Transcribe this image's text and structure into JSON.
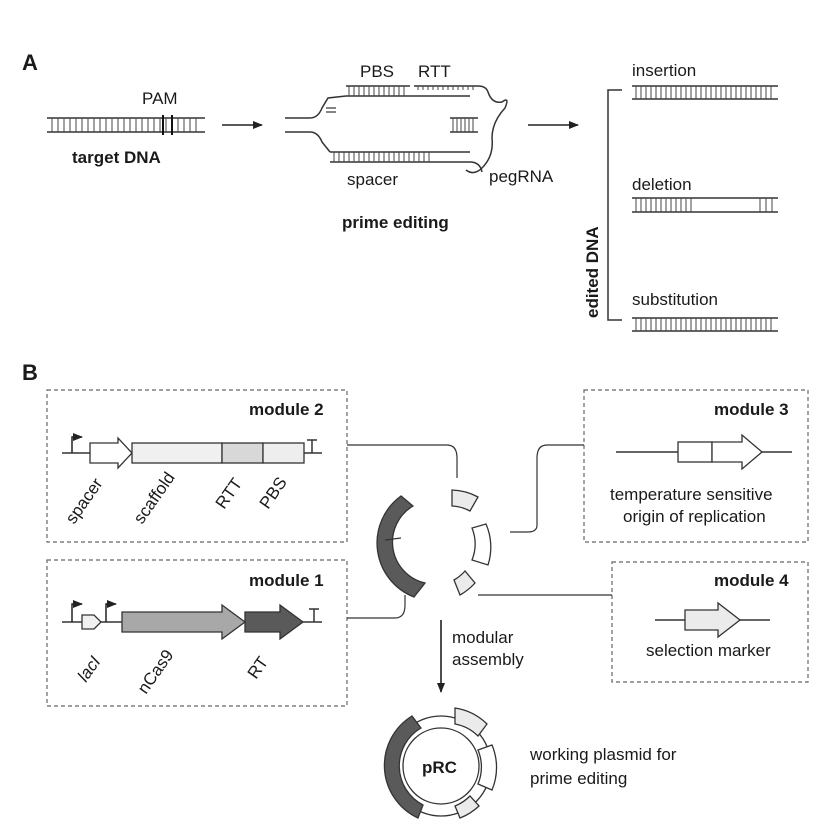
{
  "panelA": {
    "letter": "A",
    "pam": "PAM",
    "target_dna": "target DNA",
    "pbs": "PBS",
    "rtt": "RTT",
    "spacer": "spacer",
    "pegrna": "pegRNA",
    "prime_editing": "prime editing",
    "edited_dna": "edited DNA",
    "insertion": "insertion",
    "deletion": "deletion",
    "substitution": "substitution"
  },
  "panelB": {
    "letter": "B",
    "module2": {
      "title": "module 2",
      "labels": [
        "spacer",
        "scaffold",
        "RTT",
        "PBS"
      ]
    },
    "module1": {
      "title": "module 1",
      "labels": [
        "lacI",
        "nCas9",
        "RT"
      ]
    },
    "module3": {
      "title": "module 3",
      "caption_line1": "temperature sensitive",
      "caption_line2": "origin of replication"
    },
    "module4": {
      "title": "module 4",
      "caption": "selection marker"
    },
    "assembly_line1": "modular",
    "assembly_line2": "assembly",
    "plasmid": "pRC",
    "plasmid_caption_line1": "working plasmid for",
    "plasmid_caption_line2": "prime editing"
  },
  "colors": {
    "dark": "#5a5a5a",
    "medium": "#a8a8a8",
    "light": "#e8e8e8",
    "line": "#333333"
  }
}
